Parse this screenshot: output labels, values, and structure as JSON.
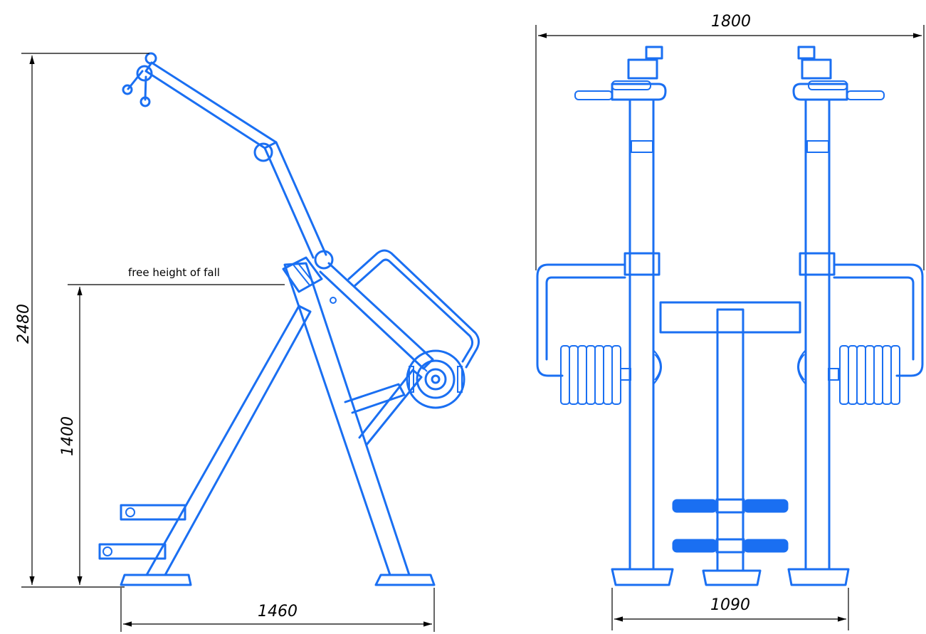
{
  "dimensions": {
    "overall_height": "2480",
    "free_fall_height": "1400",
    "side_depth": "1460",
    "front_width": "1800",
    "front_base_width": "1090"
  },
  "annotations": {
    "free_fall_label": "free height of fall"
  },
  "colors": {
    "drawing": "#1a6ff2",
    "dimension_lines": "#000000"
  }
}
